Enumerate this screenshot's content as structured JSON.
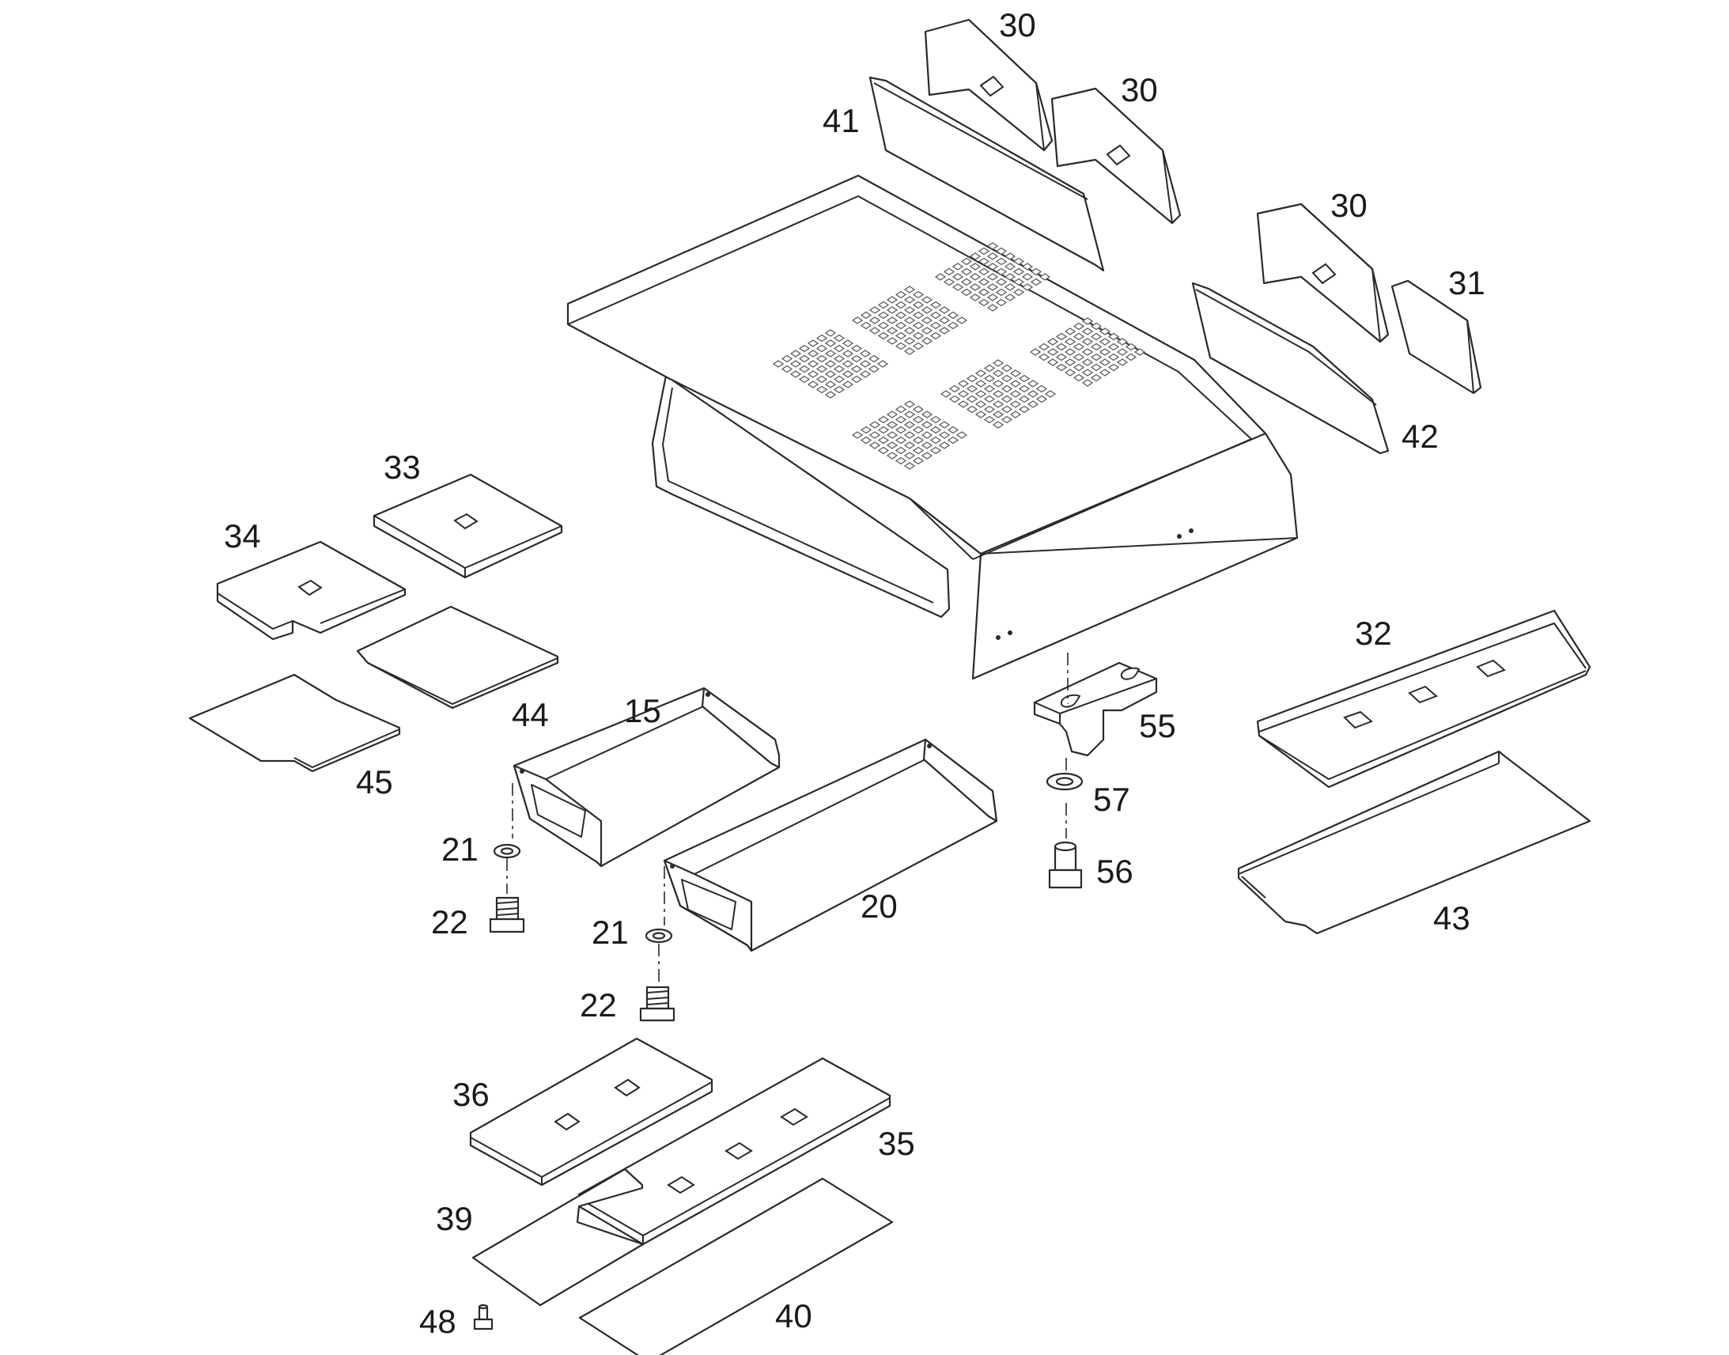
{
  "callouts": {
    "c30a": "30",
    "c30b": "30",
    "c30c": "30",
    "c31": "31",
    "c41": "41",
    "c42": "42",
    "c33": "33",
    "c34": "34",
    "c45": "45",
    "c44": "44",
    "c15": "15",
    "c20": "20",
    "c21a": "21",
    "c22a": "22",
    "c21b": "21",
    "c22b": "22",
    "c55": "55",
    "c57": "57",
    "c56": "56",
    "c32": "32",
    "c43": "43",
    "c36": "36",
    "c35": "35",
    "c39": "39",
    "c40": "40",
    "c48": "48"
  },
  "colors": {
    "line": "#2a2a2a",
    "background": "#ffffff"
  }
}
